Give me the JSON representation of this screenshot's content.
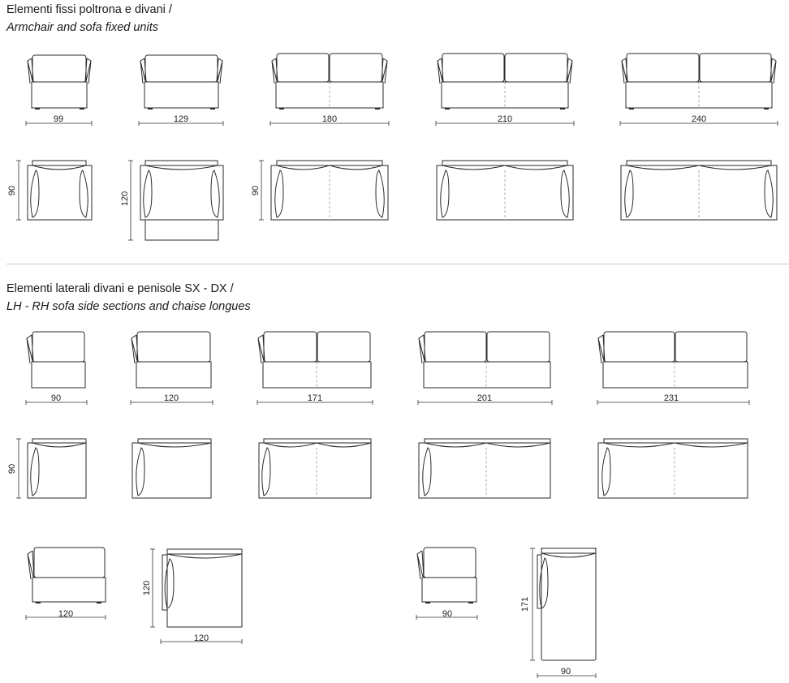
{
  "section1": {
    "title_it": "Elementi fissi poltrona e divani /",
    "title_en": "Armchair and sofa fixed units"
  },
  "section2": {
    "title_it": "Elementi laterali divani e penisole SX - DX /",
    "title_en": "LH - RH sofa side sections and chaise longues"
  },
  "fixed_units": {
    "width_labels": [
      "99",
      "129",
      "180",
      "210",
      "240"
    ],
    "depth_labels": [
      "90",
      "120",
      "90"
    ]
  },
  "side_sections": {
    "width_labels": [
      "90",
      "120",
      "171",
      "201",
      "231"
    ],
    "depth_label": "90"
  },
  "chaise_longues": {
    "corner_lh_width": "120",
    "chaise_lh_width": "120",
    "chaise_lh_depth": "120",
    "corner_rh_width": "90",
    "chaise_rh_width": "90",
    "chaise_rh_depth": "171"
  }
}
